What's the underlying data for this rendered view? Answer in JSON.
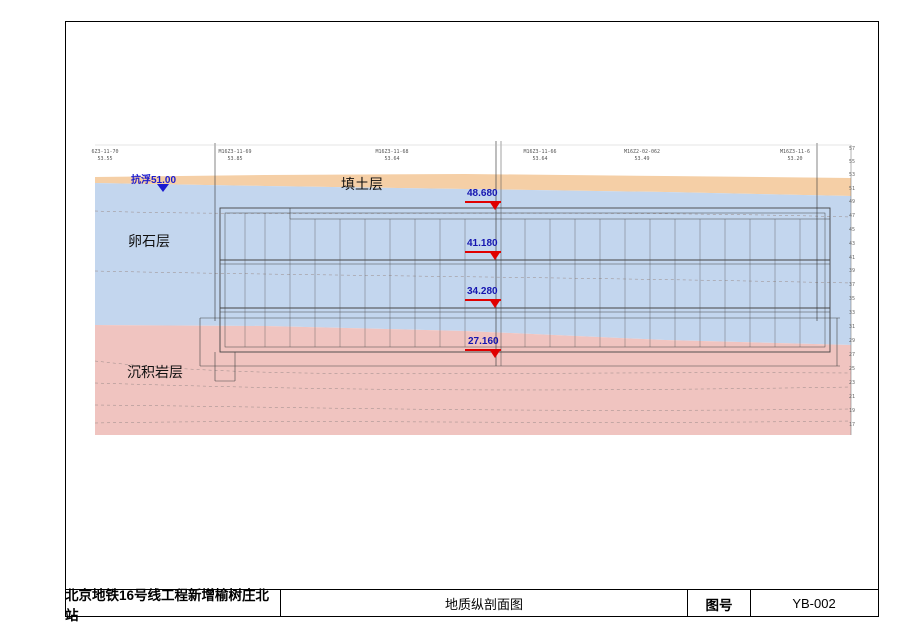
{
  "strata_labels": {
    "fill": "填土层",
    "gravel": "卵石层",
    "sediment": "沉积岩层"
  },
  "water_level": {
    "label": "抗浮51.00"
  },
  "elevations": [
    "48.680",
    "41.180",
    "34.280",
    "27.160"
  ],
  "right_axis_ticks": [
    "57",
    "55",
    "53",
    "51",
    "49",
    "47",
    "45",
    "43",
    "41",
    "39",
    "37",
    "35",
    "33",
    "31",
    "29",
    "27",
    "25",
    "23",
    "21",
    "19",
    "17"
  ],
  "boreholes": [
    {
      "id": "6Z3-11-70",
      "elev": "53.55"
    },
    {
      "id": "M16Z3-11-69",
      "elev": "53.85"
    },
    {
      "id": "M16Z3-11-68",
      "elev": "53.64"
    },
    {
      "id": "M16Z3-11-66",
      "elev": "53.64"
    },
    {
      "id": "M16Z2-02-062",
      "elev": "53.49"
    },
    {
      "id": "M16Z3-11-6",
      "elev": "53.20"
    }
  ],
  "title_block": {
    "project": "北京地铁16号线工程新增榆树庄北站",
    "drawing_name": "地质纵剖面图",
    "number_label": "图号",
    "number": "YB-002"
  },
  "colors": {
    "fill_layer": "#f5cfa6",
    "gravel_layer": "#c3d6ee",
    "sediment_layer": "#f0c4c0",
    "elevation_text": "#1515b0",
    "marker": "#e00000",
    "water": "#1a1ad0"
  }
}
